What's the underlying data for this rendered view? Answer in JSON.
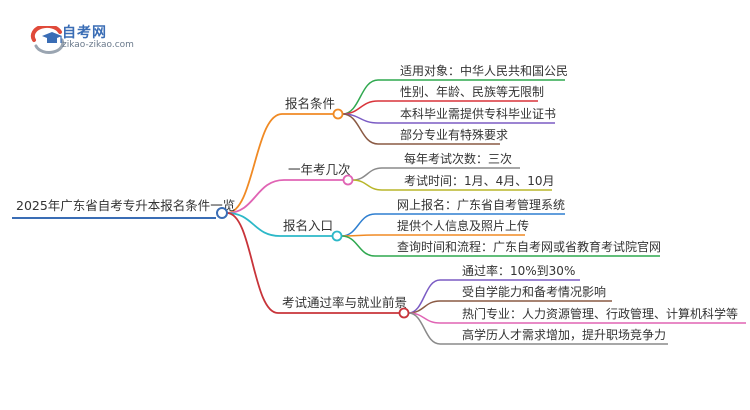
{
  "logo": {
    "title": "自考网",
    "url": "zikao-zikao.com",
    "icon": "graduation-cap-icon",
    "colors": {
      "red": "#e04a3a",
      "blue": "#3a6db5",
      "gray": "#9aa5b1"
    }
  },
  "mindmap": {
    "root": {
      "label": "2025年广东省自考专升本报名条件一览",
      "color": "#3a6db5"
    },
    "branches": [
      {
        "label": "报名条件",
        "color": "#f08a24",
        "leaves": [
          {
            "label": "适用对象：中华人民共和国公民",
            "color": "#2fa84f"
          },
          {
            "label": "性别、年龄、民族等无限制",
            "color": "#d9343a"
          },
          {
            "label": "本科毕业需提供专科毕业证书",
            "color": "#7b5cc4"
          },
          {
            "label": "部分专业有特殊要求",
            "color": "#8a5a44"
          }
        ]
      },
      {
        "label": "一年考几次",
        "color": "#e064b4",
        "leaves": [
          {
            "label": "每年考试次数：三次",
            "color": "#8a8a8a"
          },
          {
            "label": "考试时间：1月、4月、10月",
            "color": "#b8b62a"
          }
        ]
      },
      {
        "label": "报名入口",
        "color": "#2cb8c8",
        "leaves": [
          {
            "label": "网上报名：广东省自考管理系统",
            "color": "#2f7fd0"
          },
          {
            "label": "提供个人信息及照片上传",
            "color": "#f08a24"
          },
          {
            "label": "查询时间和流程：广东自考网或省教育考试院官网",
            "color": "#2fa84f"
          }
        ]
      },
      {
        "label": "考试通过率与就业前景",
        "color": "#c8343a",
        "leaves": [
          {
            "label": "通过率：10%到30%",
            "color": "#7b5cc4"
          },
          {
            "label": "受自学能力和备考情况影响",
            "color": "#8a5a44"
          },
          {
            "label": "热门专业：人力资源管理、行政管理、计算机科学等",
            "color": "#e064b4"
          },
          {
            "label": "高学历人才需求增加，提升职场竞争力",
            "color": "#8a8a8a"
          }
        ]
      }
    ]
  }
}
